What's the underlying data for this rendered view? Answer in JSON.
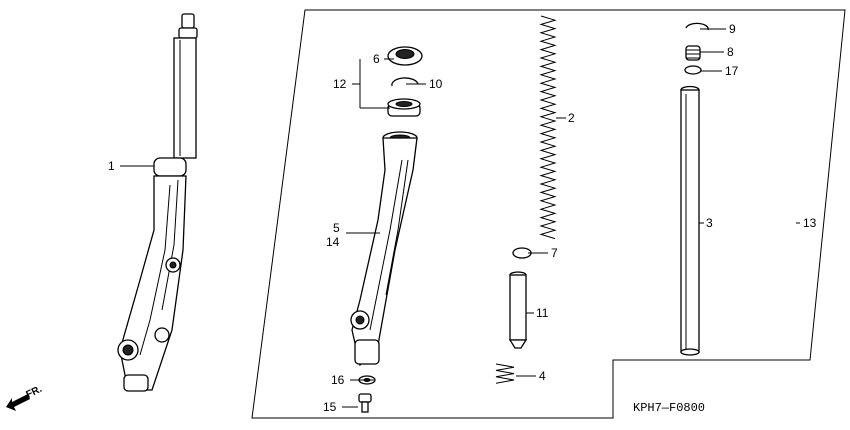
{
  "diagram": {
    "code": "KPH7—F0800",
    "direction_label": "FR.",
    "callouts": {
      "c1": "1",
      "c2": "2",
      "c3": "3",
      "c4": "4",
      "c5": "5",
      "c6": "6",
      "c7": "7",
      "c8": "8",
      "c9": "9",
      "c10": "10",
      "c11": "11",
      "c12": "12",
      "c13": "13",
      "c14": "14",
      "c15": "15",
      "c16": "16",
      "c17": "17"
    }
  }
}
